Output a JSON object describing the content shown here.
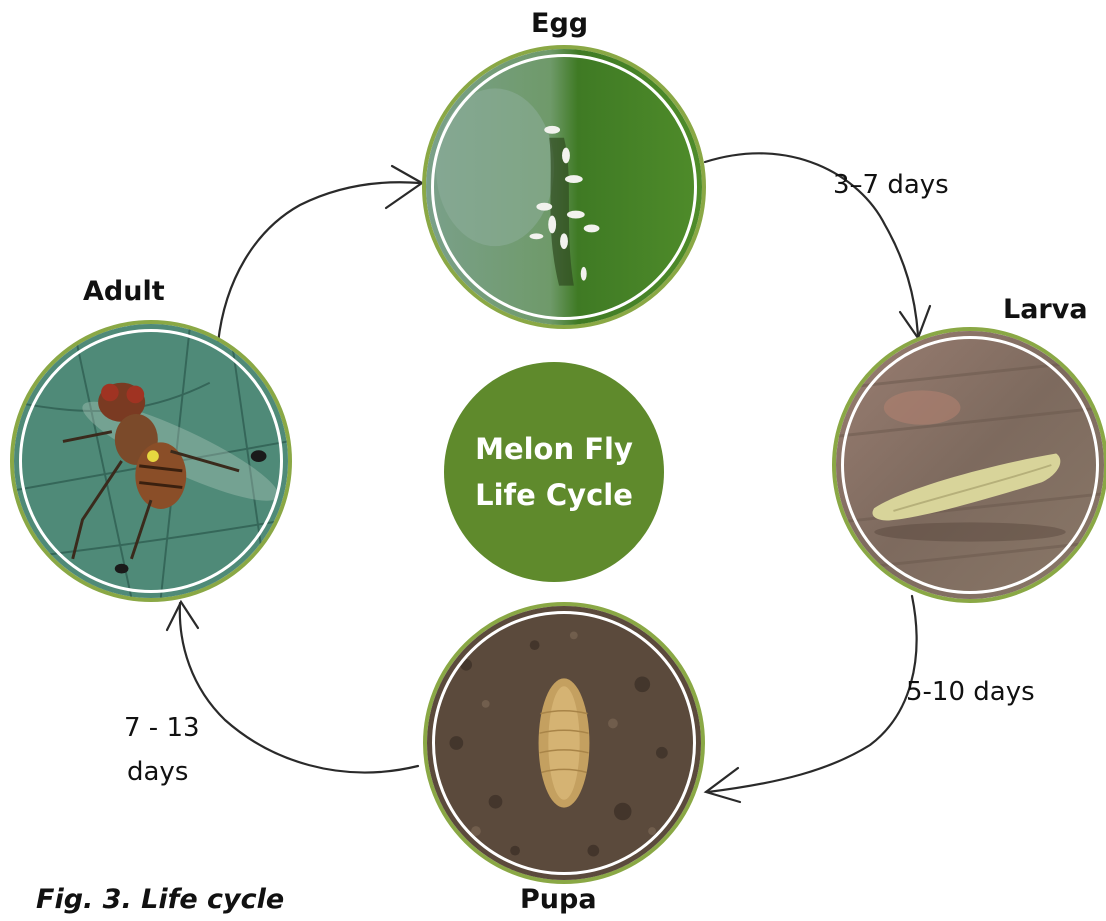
{
  "center_title": {
    "line1": "Melon Fly",
    "line2": "Life Cycle"
  },
  "stages": {
    "egg": "Egg",
    "larva": "Larva",
    "pupa": "Pupa",
    "adult": "Adult"
  },
  "durations": {
    "egg_to_larva": "3–7 days",
    "larva_to_pupa": "5-10 days",
    "pupa_to_adult_line1": "7 - 13",
    "pupa_to_adult_line2": "days"
  },
  "caption": "Fig. 3. Life cycle",
  "colors": {
    "ring": "#8aa845",
    "center": "#5f8a2c"
  }
}
